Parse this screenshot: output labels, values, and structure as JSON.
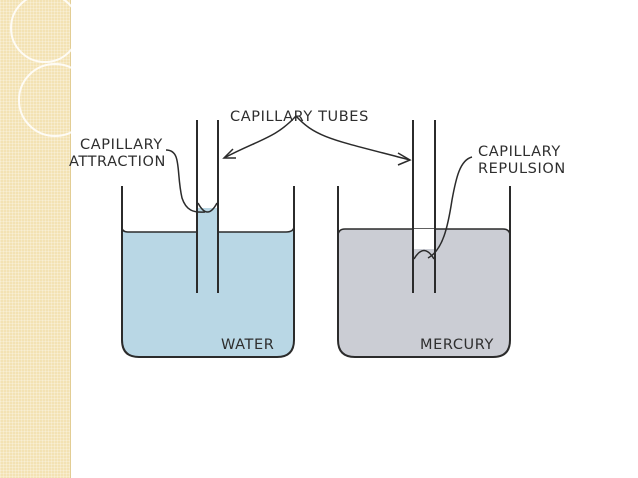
{
  "labels": {
    "capillary_tubes": "CAPILLARY TUBES",
    "attraction_line1": "CAPILLARY",
    "attraction_line2": "ATTRACTION",
    "repulsion_line1": "CAPILLARY",
    "repulsion_line2": "REPULSION",
    "water": "WATER",
    "mercury": "MERCURY"
  },
  "colors": {
    "water": "#b9d7e5",
    "mercury": "#cbcdd4",
    "outline": "#2b2b2b",
    "side_strip": "#f3e2b3"
  }
}
